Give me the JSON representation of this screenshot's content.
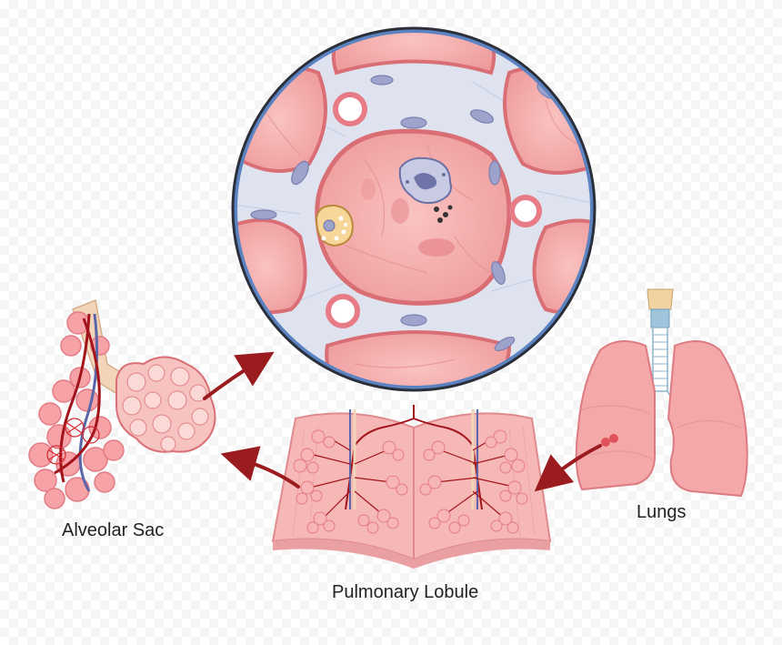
{
  "labels": {
    "alveolar_sac": "Alveolar Sac",
    "pulmonary_lobule": "Pulmonary Lobule",
    "lungs": "Lungs"
  },
  "colors": {
    "alveolus_fill": "#f4a8a6",
    "alveolus_edge": "#d96f75",
    "interstitium": "#dfe3ef",
    "circle_border": "#2b2f3a",
    "circle_ring": "#5b83c2",
    "arrow": "#9b1c1f",
    "artery": "#a3141b",
    "vein": "#5a66a8",
    "bronchiole": "#f2d4b8",
    "nucleus": "#9ea3cc",
    "trachea": "#9fc4dc"
  }
}
